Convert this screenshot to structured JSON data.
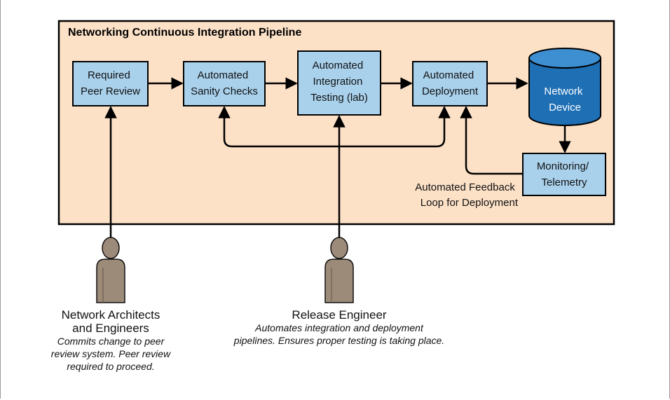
{
  "diagram": {
    "title": "Networking Continuous Integration Pipeline",
    "colors": {
      "pipeline_background": "#fce1c7",
      "box_fill": "#a9d1ec",
      "cylinder_fill": "#1f6fb4",
      "cylinder_top": "#3d8fd1",
      "person_fill": "#9d8b7a",
      "arrow": "#000000"
    },
    "stages": {
      "peer_review": [
        "Required",
        "Peer Review"
      ],
      "sanity_checks": [
        "Automated",
        "Sanity Checks"
      ],
      "integration_testing": [
        "Automated",
        "Integration",
        "Testing (lab)"
      ],
      "deployment": [
        "Automated",
        "Deployment"
      ],
      "network_device": [
        "Network",
        "Device"
      ],
      "monitoring": [
        "Monitoring/",
        "Telemetry"
      ]
    },
    "feedback_label": [
      "Automated Feedback",
      "Loop for Deployment"
    ],
    "actors": {
      "architects": {
        "name_lines": [
          "Network Architects",
          "and Engineers"
        ],
        "desc_lines": [
          "Commits change to peer",
          "review system. Peer review",
          "required to proceed."
        ]
      },
      "release_engineer": {
        "name_lines": [
          "Release Engineer"
        ],
        "desc_lines": [
          "Automates integration and deployment",
          "pipelines. Ensures proper testing is taking place."
        ]
      }
    }
  }
}
